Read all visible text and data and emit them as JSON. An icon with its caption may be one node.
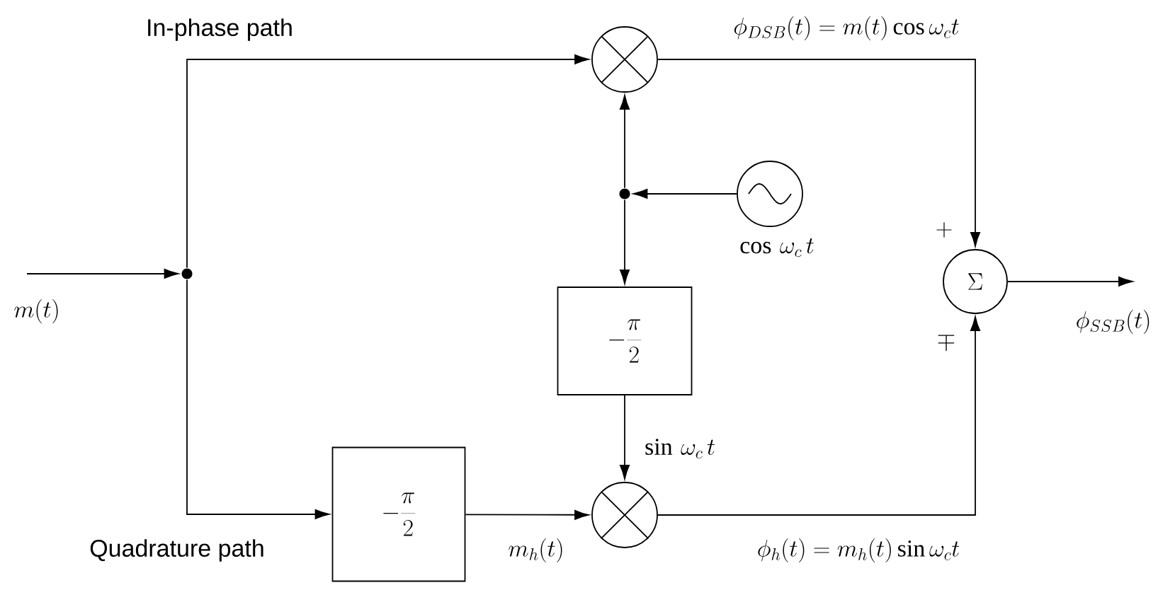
{
  "diagram": {
    "nodes": [
      {
        "text": [],
        "shape": "dot"
      },
      {
        "text": [],
        "shape": "circle"
      },
      {
        "text": [],
        "shape": "dot"
      },
      {
        "text": [],
        "shape": "circle",
        "beside": [
          "\\cos\\,\\omega_c\\, t"
        ]
      },
      {
        "text": [
          "-\\frac{\\pi}{2}"
        ]
      },
      {
        "text": [
          "-\\frac{\\pi}{2}"
        ]
      },
      {
        "text": [],
        "shape": "circle"
      },
      {
        "text": [
          "\\Sigma"
        ]
      }
    ],
    "edges": [
      {
        "from": null,
        "to": 0,
        "arrow": "to",
        "label": "m(t)"
      },
      {
        "from": 0,
        "to": 1,
        "arrow": "to"
      },
      {
        "from": 0,
        "to": 5,
        "arrow": "to"
      },
      {
        "from": 3,
        "to": 2,
        "arrow": "to"
      },
      {
        "from": 2,
        "to": 1,
        "arrow": "to"
      },
      {
        "from": 2,
        "to": 4,
        "arrow": "to"
      },
      {
        "from": 4,
        "to": 6,
        "arrow": "to",
        "label": "\\sin\\,\\omega_c\\, t"
      },
      {
        "from": 5,
        "to": 6,
        "arrow": "to",
        "label": "m_h(t)"
      },
      {
        "from": 1,
        "to": 7,
        "arrow": "to",
        "label": "\\phi_{DSB}(t) = m(t)\\cos\\omega_c t"
      },
      {
        "from": 6,
        "to": 7,
        "arrow": "to",
        "label": "\\phi_h(t) = m_h(t)\\sin\\omega_c t"
      },
      {
        "from": 7,
        "to": null,
        "arrow": "to",
        "label": "\\phi_{SSB}(t)"
      }
    ],
    "labels": [
      "In-phase path",
      "Quadrature path",
      "+",
      "\\mp"
    ]
  }
}
